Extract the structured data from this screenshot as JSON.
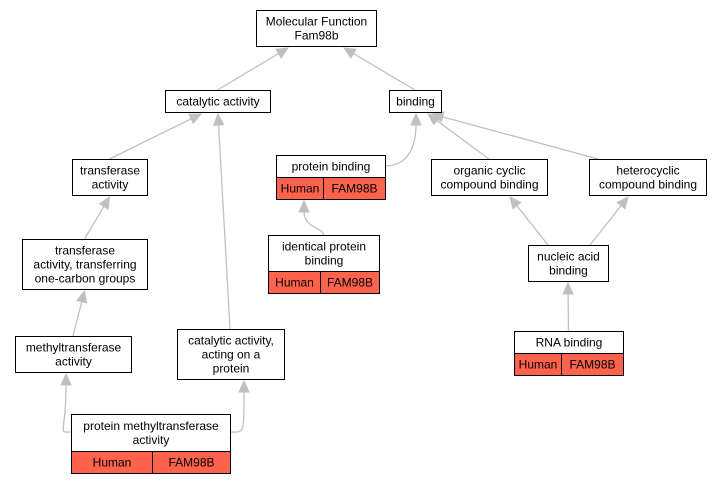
{
  "colors": {
    "edge": "#c0c0c0",
    "annotation_fill": "#ff634c",
    "node_fill": "#ffffff",
    "border": "#000000"
  },
  "nodes": [
    {
      "id": "molecular-function",
      "lines": [
        "Molecular Function",
        "Fam98b"
      ]
    },
    {
      "id": "catalytic-activity",
      "lines": [
        "catalytic activity"
      ]
    },
    {
      "id": "binding",
      "lines": [
        "binding"
      ]
    },
    {
      "id": "transferase-activity",
      "lines": [
        "transferase",
        "activity"
      ]
    },
    {
      "id": "protein-binding",
      "lines": [
        "protein binding"
      ],
      "annotation": [
        "Human",
        "FAM98B"
      ]
    },
    {
      "id": "organic-cyclic-compound-binding",
      "lines": [
        "organic cyclic",
        "compound binding"
      ]
    },
    {
      "id": "heterocyclic-compound-binding",
      "lines": [
        "heterocyclic",
        "compound binding"
      ]
    },
    {
      "id": "transferase-activity-one-carbon",
      "lines": [
        "transferase",
        "activity, transferring",
        "one-carbon groups"
      ]
    },
    {
      "id": "identical-protein-binding",
      "lines": [
        "identical protein",
        "binding"
      ],
      "annotation": [
        "Human",
        "FAM98B"
      ]
    },
    {
      "id": "nucleic-acid-binding",
      "lines": [
        "nucleic acid",
        "binding"
      ]
    },
    {
      "id": "catalytic-activity-on-protein",
      "lines": [
        "catalytic activity,",
        "acting on a",
        "protein"
      ]
    },
    {
      "id": "methyltransferase-activity",
      "lines": [
        "methyltransferase",
        "activity"
      ]
    },
    {
      "id": "rna-binding",
      "lines": [
        "RNA binding"
      ],
      "annotation": [
        "Human",
        "FAM98B"
      ]
    },
    {
      "id": "protein-methyltransferase-activity",
      "lines": [
        "protein methyltransferase",
        "activity"
      ],
      "annotation": [
        "Human",
        "FAM98B"
      ]
    }
  ],
  "edges": [
    {
      "from": "catalytic-activity",
      "to": "molecular-function"
    },
    {
      "from": "binding",
      "to": "molecular-function"
    },
    {
      "from": "transferase-activity",
      "to": "catalytic-activity"
    },
    {
      "from": "catalytic-activity-on-protein",
      "to": "catalytic-activity"
    },
    {
      "from": "protein-binding",
      "to": "binding"
    },
    {
      "from": "organic-cyclic-compound-binding",
      "to": "binding"
    },
    {
      "from": "heterocyclic-compound-binding",
      "to": "binding"
    },
    {
      "from": "transferase-activity-one-carbon",
      "to": "transferase-activity"
    },
    {
      "from": "identical-protein-binding",
      "to": "protein-binding"
    },
    {
      "from": "nucleic-acid-binding",
      "to": "organic-cyclic-compound-binding"
    },
    {
      "from": "nucleic-acid-binding",
      "to": "heterocyclic-compound-binding"
    },
    {
      "from": "methyltransferase-activity",
      "to": "transferase-activity-one-carbon"
    },
    {
      "from": "rna-binding",
      "to": "nucleic-acid-binding"
    },
    {
      "from": "protein-methyltransferase-activity",
      "to": "methyltransferase-activity"
    },
    {
      "from": "protein-methyltransferase-activity",
      "to": "catalytic-activity-on-protein"
    }
  ]
}
